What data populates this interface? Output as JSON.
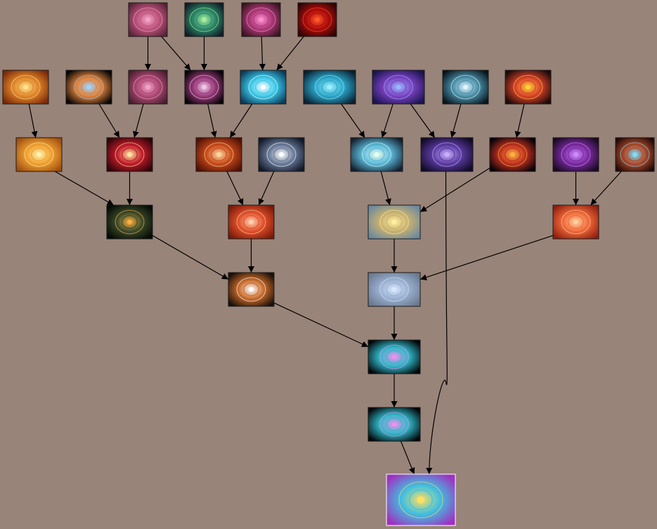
{
  "diagram": {
    "background": "#998479",
    "edge_color": "#000000",
    "nodes": [
      {
        "id": "a1",
        "palette": [
          "#f3a3c8",
          "#c0567e",
          "#5b2338"
        ]
      },
      {
        "id": "a2",
        "palette": [
          "#a6f0a0",
          "#2d8a6a",
          "#101d25"
        ]
      },
      {
        "id": "a3",
        "palette": [
          "#ff8fd0",
          "#b03a7a",
          "#3a1420"
        ]
      },
      {
        "id": "a4",
        "palette": [
          "#ff5a2a",
          "#b00d0d",
          "#300404"
        ]
      },
      {
        "id": "b1",
        "palette": [
          "#ffe38a",
          "#e0842a",
          "#7a2a08"
        ]
      },
      {
        "id": "b2",
        "palette": [
          "#9fd4ff",
          "#e0823a",
          "#050507"
        ]
      },
      {
        "id": "b3",
        "palette": [
          "#f3a3c8",
          "#b04a76",
          "#4a1e2e"
        ]
      },
      {
        "id": "b4",
        "palette": [
          "#f0c8e8",
          "#9a3a7a",
          "#050205"
        ]
      },
      {
        "id": "b5",
        "palette": [
          "#ffffff",
          "#39c8e8",
          "#0c3a5a"
        ]
      },
      {
        "id": "b6",
        "palette": [
          "#9af0ff",
          "#2aa4c8",
          "#0a2030"
        ]
      },
      {
        "id": "b7",
        "palette": [
          "#9ab8ff",
          "#7a40c0",
          "#1a1450"
        ]
      },
      {
        "id": "b8",
        "palette": [
          "#e0f4ff",
          "#4a90a8",
          "#08141c"
        ]
      },
      {
        "id": "b9",
        "palette": [
          "#ffd23a",
          "#d8402a",
          "#1a0a08"
        ]
      },
      {
        "id": "c1",
        "palette": [
          "#fff3b0",
          "#f0a030",
          "#a05010"
        ]
      },
      {
        "id": "c2",
        "palette": [
          "#ffe6a0",
          "#c01a2a",
          "#300408"
        ]
      },
      {
        "id": "c3",
        "palette": [
          "#ffd8a0",
          "#c84a1a",
          "#501005"
        ]
      },
      {
        "id": "c4",
        "palette": [
          "#ffffff",
          "#6a7a98",
          "#101828"
        ]
      },
      {
        "id": "c5",
        "palette": [
          "#e8fff0",
          "#5ab8d8",
          "#152030"
        ]
      },
      {
        "id": "c6",
        "palette": [
          "#c8b0ff",
          "#5a3aa0",
          "#120a28"
        ]
      },
      {
        "id": "c7",
        "palette": [
          "#ffb040",
          "#c03020",
          "#060208"
        ]
      },
      {
        "id": "c8",
        "palette": [
          "#d08aff",
          "#7a2aa0",
          "#1a0a22"
        ]
      },
      {
        "id": "c9",
        "palette": [
          "#7ae0ff",
          "#b04a2a",
          "#200a08"
        ]
      },
      {
        "id": "d1",
        "palette": [
          "#ffb040",
          "#3a4a2a",
          "#050a05"
        ]
      },
      {
        "id": "d2",
        "palette": [
          "#ffd0b0",
          "#e0502a",
          "#7a1a08"
        ]
      },
      {
        "id": "d3",
        "palette": [
          "#fff0a0",
          "#c8b070",
          "#6a8aa0"
        ]
      },
      {
        "id": "d4",
        "palette": [
          "#ffd0a0",
          "#f06a3a",
          "#902010"
        ]
      },
      {
        "id": "e1",
        "palette": [
          "#ffffff",
          "#c86a2a",
          "#1a1008"
        ]
      },
      {
        "id": "e2",
        "palette": [
          "#d8e8ff",
          "#9ab0d0",
          "#6a7a90"
        ]
      },
      {
        "id": "f1",
        "palette": [
          "#f090f0",
          "#30b8c8",
          "#020608"
        ]
      },
      {
        "id": "g1",
        "palette": [
          "#f090f0",
          "#30b8c8",
          "#020608"
        ]
      },
      {
        "id": "h1",
        "palette": [
          "#ffe060",
          "#40c0e0",
          "#a030c0"
        ]
      }
    ],
    "edges": [
      [
        "a1",
        "b3"
      ],
      [
        "a1",
        "b4"
      ],
      [
        "a2",
        "b4"
      ],
      [
        "a3",
        "b5"
      ],
      [
        "a4",
        "b5"
      ],
      [
        "b1",
        "c1"
      ],
      [
        "b2",
        "c2"
      ],
      [
        "b3",
        "c2"
      ],
      [
        "b4",
        "c3"
      ],
      [
        "b5",
        "c3"
      ],
      [
        "b6",
        "c5"
      ],
      [
        "b7",
        "c5"
      ],
      [
        "b7",
        "c6"
      ],
      [
        "b8",
        "c6"
      ],
      [
        "b9",
        "c7"
      ],
      [
        "c1",
        "d1"
      ],
      [
        "c2",
        "d1"
      ],
      [
        "c3",
        "d2"
      ],
      [
        "c4",
        "d2"
      ],
      [
        "c5",
        "d3"
      ],
      [
        "c7",
        "d3"
      ],
      [
        "c8",
        "d4"
      ],
      [
        "c9",
        "d4"
      ],
      [
        "d1",
        "e1"
      ],
      [
        "d2",
        "e1"
      ],
      [
        "d3",
        "e2"
      ],
      [
        "d4",
        "e2"
      ],
      [
        "e1",
        "f1"
      ],
      [
        "e2",
        "f1"
      ],
      [
        "f1",
        "g1"
      ],
      [
        "g1",
        "h1"
      ],
      [
        "c6",
        "h1"
      ]
    ]
  }
}
